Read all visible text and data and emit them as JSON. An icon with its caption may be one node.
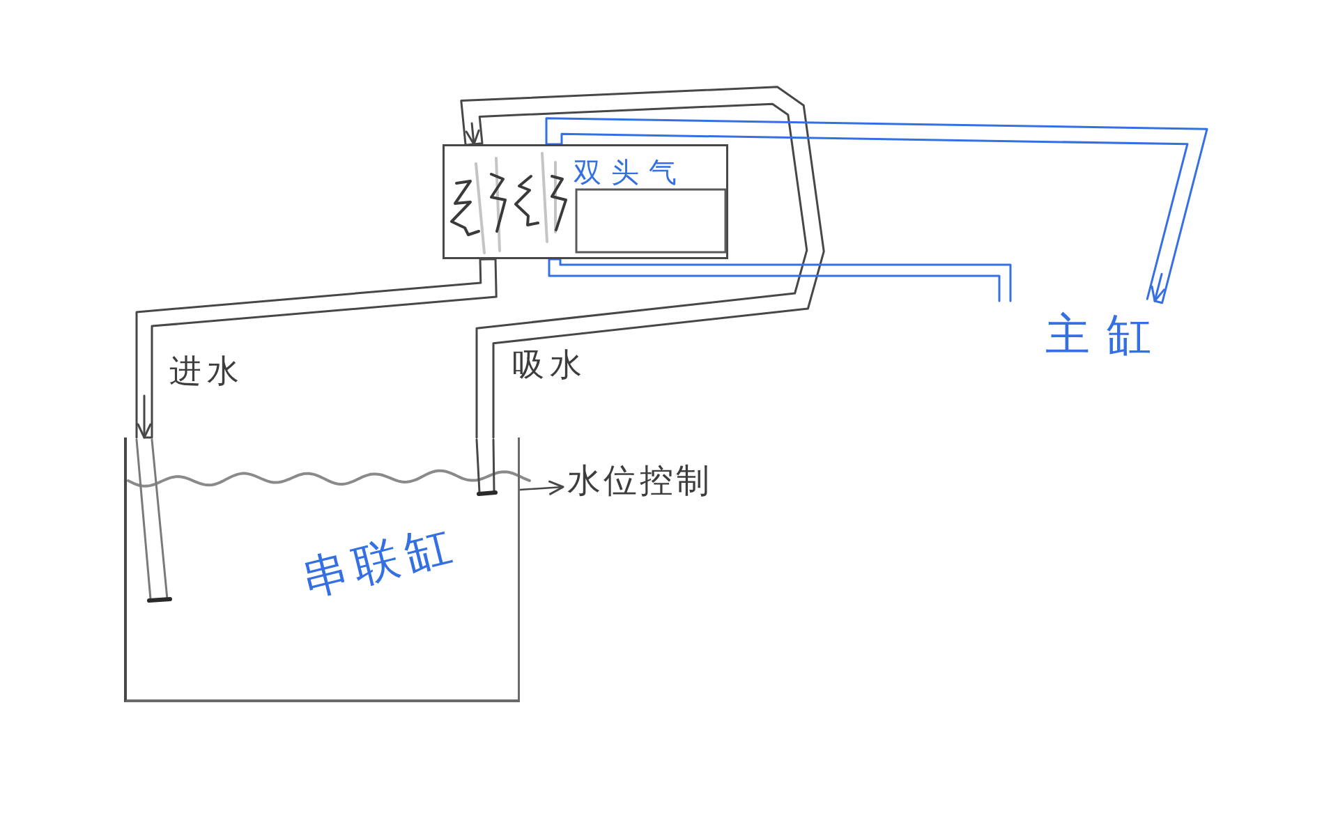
{
  "diagram": {
    "nodes": [
      {
        "text": [
          "串联缸"
        ]
      },
      {
        "text": [
          "双头气"
        ]
      },
      {
        "text": [
          "主缸"
        ]
      },
      {
        "text": [
          "水位控制"
        ]
      }
    ],
    "edges": [
      {
        "from": 1,
        "to": 0,
        "arrow": "to",
        "label": "进水"
      },
      {
        "from": 0,
        "to": 1,
        "arrow": "to",
        "label": "吸水"
      },
      {
        "from": 1,
        "to": 2,
        "arrow": "to",
        "color": "#3470e4"
      },
      {
        "from": 2,
        "to": 1,
        "arrow": "none",
        "color": "#3470e4"
      },
      {
        "from": 0,
        "to": 3,
        "arrow": "to"
      }
    ]
  }
}
